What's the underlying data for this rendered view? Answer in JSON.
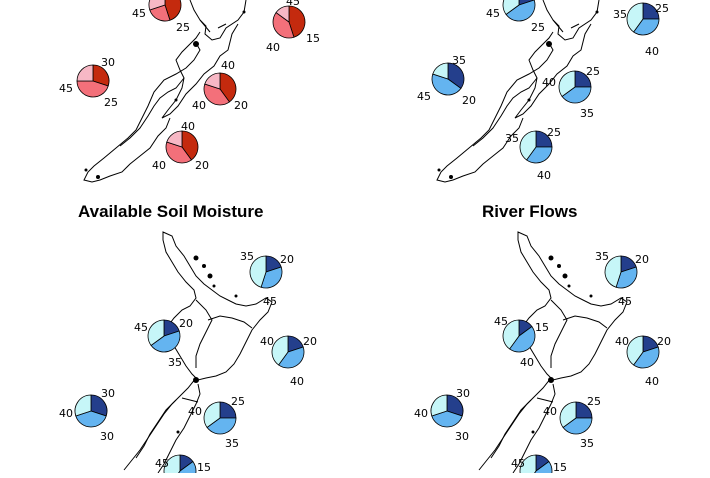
{
  "colors": {
    "warm_dark": "#c42a0e",
    "warm_mid": "#f3707a",
    "warm_light": "#f7b8c5",
    "cool_dark": "#243f8c",
    "cool_mid": "#64b4f0",
    "cool_light": "#c6f6f8",
    "coast": "#000000"
  },
  "panels": [
    {
      "id": "top-left",
      "title": "",
      "palette": [
        "warm_dark",
        "warm_mid",
        "warm_light"
      ],
      "regions": [
        {
          "name": "northland-pie",
          "values": [
            45,
            25,
            30
          ],
          "labels": [
            "",
            "45",
            "25"
          ]
        },
        {
          "name": "east-cape-pie",
          "values": [
            45,
            40,
            15
          ],
          "labels": [
            "45",
            "40",
            "15"
          ]
        },
        {
          "name": "west-nz-pie",
          "values": [
            30,
            45,
            25
          ],
          "labels": [
            "30",
            "45",
            "25"
          ]
        },
        {
          "name": "north-east-si-pie",
          "values": [
            40,
            40,
            20
          ],
          "labels": [
            "40",
            "40",
            "20"
          ]
        },
        {
          "name": "east-si-pie",
          "values": [
            40,
            40,
            20
          ],
          "labels": [
            "40",
            "40",
            "20"
          ]
        }
      ]
    },
    {
      "id": "top-right",
      "title": "",
      "palette": [
        "cool_dark",
        "cool_mid",
        "cool_light"
      ],
      "regions": [
        {
          "name": "northland-pie",
          "values": [
            20,
            45,
            35
          ],
          "labels": [
            "",
            "45",
            "25"
          ]
        },
        {
          "name": "east-cape-pie",
          "values": [
            25,
            35,
            40
          ],
          "labels": [
            "25",
            "35",
            "40"
          ]
        },
        {
          "name": "west-nz-pie",
          "values": [
            35,
            45,
            20
          ],
          "labels": [
            "35",
            "45",
            "20"
          ]
        },
        {
          "name": "north-east-si-pie",
          "values": [
            25,
            40,
            35
          ],
          "labels": [
            "25",
            "40",
            "35"
          ]
        },
        {
          "name": "east-si-pie",
          "values": [
            25,
            35,
            40
          ],
          "labels": [
            "25",
            "35",
            "40"
          ]
        }
      ]
    },
    {
      "id": "bottom-left",
      "title": "Available Soil Moisture",
      "palette": [
        "cool_dark",
        "cool_mid",
        "cool_light"
      ],
      "regions": [
        {
          "name": "northland-pie",
          "values": [
            20,
            35,
            45
          ],
          "labels": [
            "20",
            "35",
            "45"
          ]
        },
        {
          "name": "bay-of-plenty-pie",
          "values": [
            20,
            45,
            35
          ],
          "labels": [
            "20",
            "45",
            "35"
          ]
        },
        {
          "name": "east-ni-pie",
          "values": [
            20,
            40,
            40
          ],
          "labels": [
            "20",
            "40",
            "40"
          ]
        },
        {
          "name": "west-si-pie",
          "values": [
            30,
            40,
            30
          ],
          "labels": [
            "30",
            "40",
            "30"
          ]
        },
        {
          "name": "north-si-pie",
          "values": [
            25,
            40,
            35
          ],
          "labels": [
            "25",
            "40",
            "35"
          ]
        },
        {
          "name": "south-si-pie",
          "values": [
            15,
            45,
            40
          ],
          "labels": [
            "15",
            "45",
            ""
          ]
        }
      ]
    },
    {
      "id": "bottom-right",
      "title": "River Flows",
      "palette": [
        "cool_dark",
        "cool_mid",
        "cool_light"
      ],
      "regions": [
        {
          "name": "northland-pie",
          "values": [
            20,
            35,
            45
          ],
          "labels": [
            "20",
            "35",
            "45"
          ]
        },
        {
          "name": "bay-of-plenty-pie",
          "values": [
            15,
            45,
            40
          ],
          "labels": [
            "15",
            "45",
            "40"
          ]
        },
        {
          "name": "east-ni-pie",
          "values": [
            20,
            40,
            40
          ],
          "labels": [
            "20",
            "40",
            "40"
          ]
        },
        {
          "name": "west-si-pie",
          "values": [
            30,
            40,
            30
          ],
          "labels": [
            "30",
            "40",
            "30"
          ]
        },
        {
          "name": "north-si-pie",
          "values": [
            25,
            40,
            35
          ],
          "labels": [
            "25",
            "40",
            "35"
          ]
        },
        {
          "name": "south-si-pie",
          "values": [
            15,
            45,
            40
          ],
          "labels": [
            "15",
            "45",
            ""
          ]
        }
      ]
    }
  ]
}
